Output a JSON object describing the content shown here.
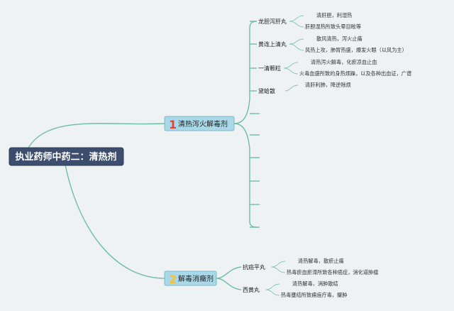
{
  "root": {
    "label": "执业药师中药二：清热剂"
  },
  "categories": [
    {
      "number": "1",
      "label": "清热泻火解毒剂",
      "number_color": "#e0453a"
    },
    {
      "number": "2",
      "label": "解毒消癥剂",
      "number_color": "#f2c230"
    }
  ],
  "nodes": [
    {
      "label": "龙胆泻肝丸"
    },
    {
      "label": "黄连上清丸"
    },
    {
      "label": "一清颗粒"
    },
    {
      "label": "黛蛤散"
    },
    {
      "label": "抗癌平丸"
    },
    {
      "label": "西黄丸"
    }
  ],
  "leaves": [
    {
      "text": "清肝胆，利湿热"
    },
    {
      "text": "肝胆湿热所致头晕目眩等"
    },
    {
      "text": "散风清热，泻火止痛"
    },
    {
      "text": "风热上攻，肺胃热盛，爆发火眼（以风为主）"
    },
    {
      "text": "清热泻火解毒，化瘀凉血止血"
    },
    {
      "text": "火毒血盛所致的身热烦躁，以及各种出血证，广谱"
    },
    {
      "text": "清肝利肺，降逆除烦"
    },
    {
      "text": "清热解毒，散瘀止痛"
    },
    {
      "text": "热毒瘀血瘀滞所致各种癌症，消化道肿瘤"
    },
    {
      "text": "清热解毒，消肿散结"
    },
    {
      "text": "热毒壅结所致痈疽疔毒，瘰肿"
    }
  ],
  "colors": {
    "branch": "#6dbfa3",
    "root_box": "#3d4d6e",
    "category_box": "#a9d9e8",
    "background": "#eef2f3"
  }
}
